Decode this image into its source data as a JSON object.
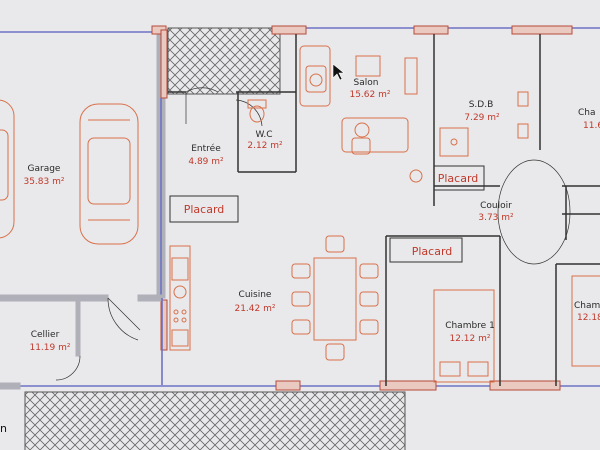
{
  "rooms": {
    "garage": {
      "name": "Garage",
      "area": "35.83 m²"
    },
    "cellier": {
      "name": "Cellier",
      "area": "11.19 m²"
    },
    "entree": {
      "name": "Entrée",
      "area": "4.89 m²"
    },
    "wc": {
      "name": "W.C",
      "area": "2.12 m²"
    },
    "salon": {
      "name": "Salon",
      "area": "15.62 m²"
    },
    "sdb": {
      "name": "S.D.B",
      "area": "7.29 m²"
    },
    "cuisine": {
      "name": "Cuisine",
      "area": "21.42 m²"
    },
    "couloir": {
      "name": "Couloir",
      "area": "3.73 m²"
    },
    "chambre1": {
      "name": "Chambre 1",
      "area": "12.12 m²"
    },
    "chambre_top": {
      "name": "Cha",
      "area": "11.6"
    },
    "chambre_right": {
      "name": "Cham",
      "area": "12.18"
    }
  },
  "placards": {
    "entree": "Placard",
    "sdb": "Placard",
    "chambre1": "Placard"
  },
  "edge_text": "n",
  "colors": {
    "background": "#e9e9eb",
    "furniture": "#d9704a",
    "area_text": "#c0392b",
    "wall": "#b0b0b8",
    "window_wall": "#6d72c4"
  }
}
